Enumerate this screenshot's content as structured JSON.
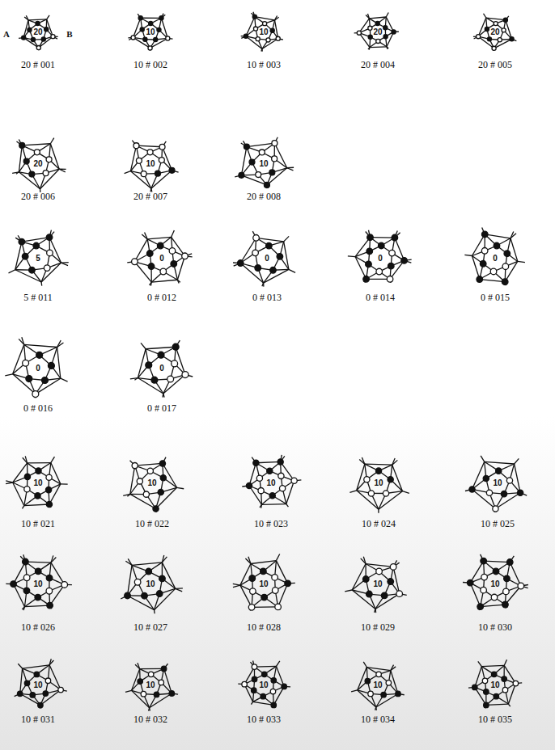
{
  "diagram": {
    "labels": [
      "A",
      "20",
      "B",
      "20 # 001",
      "10",
      "10 # 002",
      "10",
      "10 # 003",
      "20",
      "20 # 004",
      "20",
      "20 # 005",
      "20",
      "20 # 006",
      "10",
      "20 # 007",
      "10",
      "20 # 008",
      "5",
      "5 # 011",
      "0",
      "0 # 012",
      "0",
      "0 # 013",
      "0",
      "0 # 014",
      "0",
      "0 # 015",
      "0",
      "0 # 016",
      "0",
      "0 # 017",
      "10",
      "10 # 021",
      "10",
      "10 # 022",
      "10",
      "10 # 023",
      "10",
      "10 # 024",
      "10",
      "10 # 025",
      "10",
      "10 # 026",
      "10",
      "10 # 027",
      "10",
      "10 # 028",
      "10",
      "10 # 029",
      "10",
      "10 # 030",
      "10",
      "10 # 031",
      "10",
      "10 # 032",
      "10",
      "10 # 033",
      "10",
      "10 # 034",
      "10",
      "10 # 035"
    ]
  }
}
